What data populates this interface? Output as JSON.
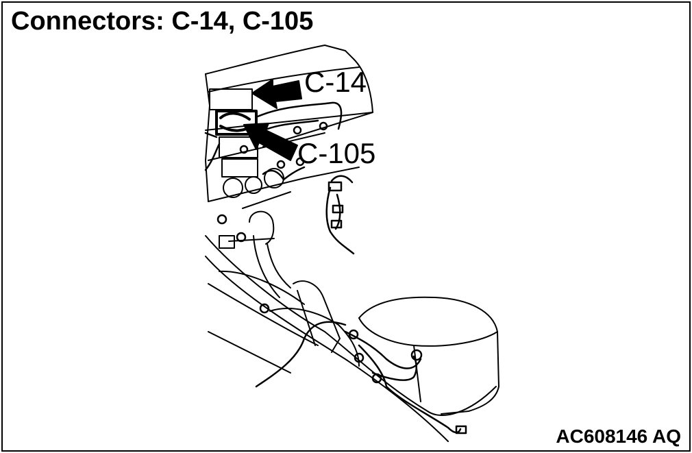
{
  "title": "Connectors: C-14, C-105",
  "callouts": [
    {
      "id": "c14",
      "label": "C-14"
    },
    {
      "id": "c105",
      "label": "C-105"
    }
  ],
  "figure_id": "AC608146 AQ"
}
